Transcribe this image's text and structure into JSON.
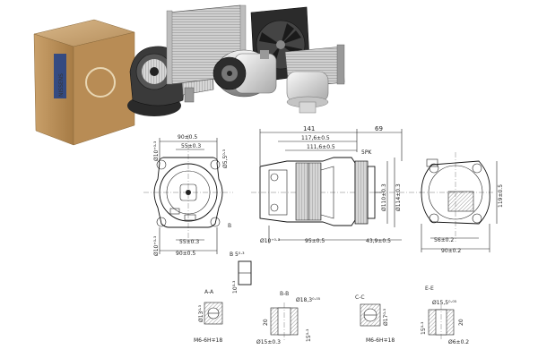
{
  "header_images": {
    "box_brand_text": "NISSENS",
    "items": [
      "product-box",
      "blower-motor",
      "heater-core",
      "condenser",
      "radiator-fan",
      "ac-compressor",
      "evaporator",
      "receiver-drier"
    ]
  },
  "front_view": {
    "dim_90_top": "90±0.5",
    "dim_55_top": "55±0.3",
    "dim_d10_top": "Ø10⁺⁰·³",
    "dim_d5": "Ø5,5⁰·³",
    "dim_55_bot": "55±0.3",
    "dim_90_bot": "90±0.5",
    "dim_d10_bot": "Ø10⁺⁰·³",
    "section_b": "B"
  },
  "side_view": {
    "dim_141": "141",
    "dim_69": "69",
    "dim_117": "117,6±0.5",
    "dim_111": "111,6±0.5",
    "label_5pk": "5PK",
    "dim_d110": "Ø110±0.3",
    "dim_d114": "Ø114±0.3",
    "dim_d10": "Ø10⁺⁰·³",
    "dim_95": "95±0.5",
    "dim_43": "43,9±0.5"
  },
  "rear_view": {
    "dim_119": "119±0.5",
    "dim_56": "56±0.2",
    "dim_90": "90±0.2"
  },
  "detail_b": {
    "title": "B 5⁰·³",
    "dim_10": "10⁰·³"
  },
  "section_aa": {
    "title": "A-A",
    "dim_m6": "M6-6H∓18",
    "dim_d": "Ø13⁰·³"
  },
  "section_bb": {
    "title": "B-B",
    "dim_top": "Ø18,3⁰·⁰⁵",
    "dim_20": "20",
    "dim_15": "15⁰·³",
    "dim_bot": "Ø15±0.3"
  },
  "section_cc": {
    "title": "C-C",
    "dim_m6": "M6-6H∓18",
    "dim_d": "Ø17⁰·³"
  },
  "section_ee": {
    "title": "E-E",
    "dim_top": "Ø15,5⁰·⁰⁵",
    "dim_15": "15⁰·³",
    "dim_20": "20",
    "dim_bot": "Ø6±0.2"
  }
}
